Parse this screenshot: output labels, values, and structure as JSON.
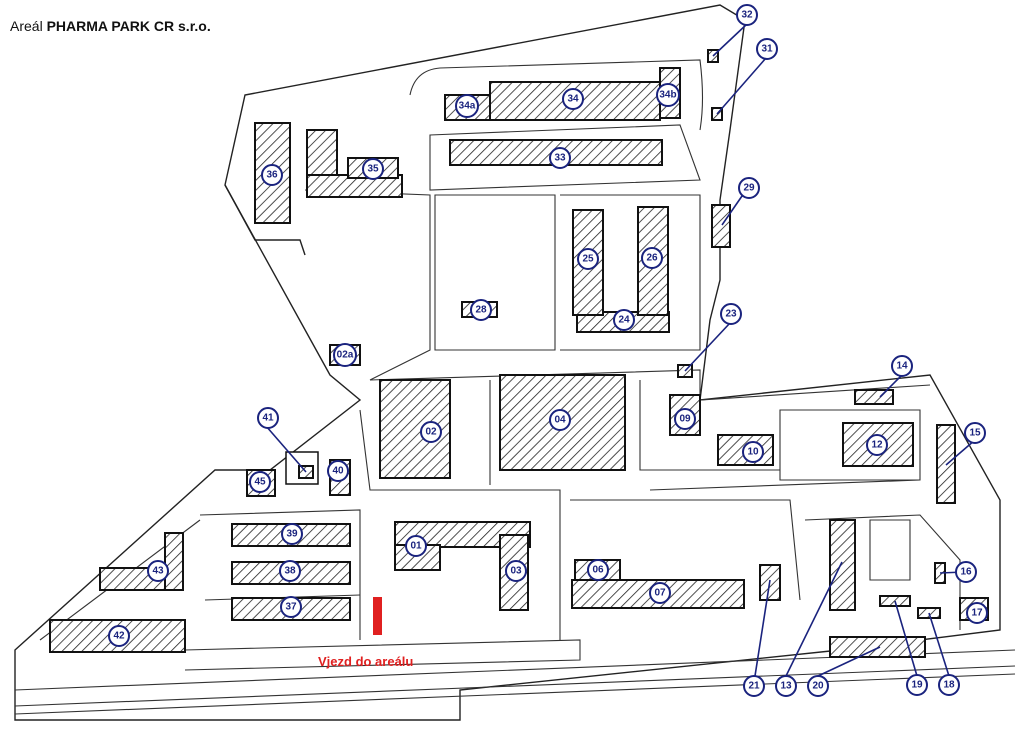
{
  "title": {
    "prefix": "Areál",
    "company": "PHARMA PARK CR s.r.o."
  },
  "entrance_label": "Vjezd do areálu",
  "colors": {
    "callout": "#1a237e",
    "entrance": "#e02020",
    "outline": "#222222"
  },
  "buildings": [
    {
      "id": "01",
      "label": "01"
    },
    {
      "id": "02",
      "label": "02"
    },
    {
      "id": "02a",
      "label": "02a"
    },
    {
      "id": "03",
      "label": "03"
    },
    {
      "id": "04",
      "label": "04"
    },
    {
      "id": "06",
      "label": "06"
    },
    {
      "id": "07",
      "label": "07"
    },
    {
      "id": "09",
      "label": "09"
    },
    {
      "id": "10",
      "label": "10"
    },
    {
      "id": "12",
      "label": "12"
    },
    {
      "id": "13",
      "label": "13"
    },
    {
      "id": "14",
      "label": "14"
    },
    {
      "id": "15",
      "label": "15"
    },
    {
      "id": "16",
      "label": "16"
    },
    {
      "id": "17",
      "label": "17"
    },
    {
      "id": "18",
      "label": "18"
    },
    {
      "id": "19",
      "label": "19"
    },
    {
      "id": "20",
      "label": "20"
    },
    {
      "id": "21",
      "label": "21"
    },
    {
      "id": "23",
      "label": "23"
    },
    {
      "id": "24",
      "label": "24"
    },
    {
      "id": "25",
      "label": "25"
    },
    {
      "id": "26",
      "label": "26"
    },
    {
      "id": "28",
      "label": "28"
    },
    {
      "id": "29",
      "label": "29"
    },
    {
      "id": "31",
      "label": "31"
    },
    {
      "id": "32",
      "label": "32"
    },
    {
      "id": "33",
      "label": "33"
    },
    {
      "id": "34",
      "label": "34"
    },
    {
      "id": "34a",
      "label": "34a"
    },
    {
      "id": "34b",
      "label": "34b"
    },
    {
      "id": "35",
      "label": "35"
    },
    {
      "id": "36",
      "label": "36"
    },
    {
      "id": "37",
      "label": "37"
    },
    {
      "id": "38",
      "label": "38"
    },
    {
      "id": "39",
      "label": "39"
    },
    {
      "id": "40",
      "label": "40"
    },
    {
      "id": "41",
      "label": "41"
    },
    {
      "id": "42",
      "label": "42"
    },
    {
      "id": "43",
      "label": "43"
    },
    {
      "id": "45",
      "label": "45"
    }
  ]
}
